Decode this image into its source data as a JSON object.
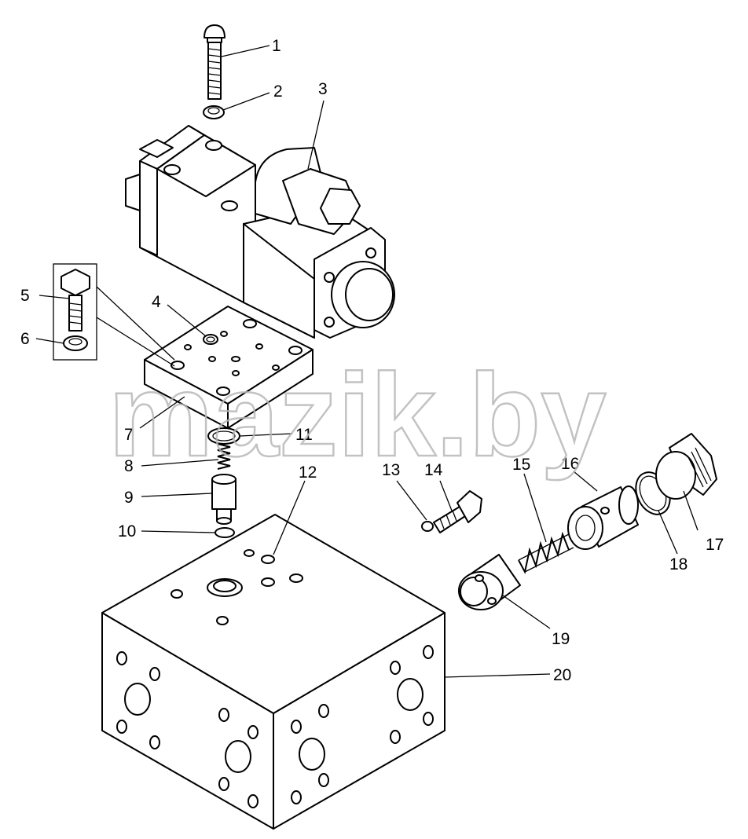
{
  "watermark": "mazik.by",
  "callouts": [
    "1",
    "2",
    "3",
    "4",
    "5",
    "6",
    "7",
    "8",
    "9",
    "10",
    "11",
    "12",
    "13",
    "14",
    "15",
    "16",
    "17",
    "18",
    "19",
    "20"
  ]
}
